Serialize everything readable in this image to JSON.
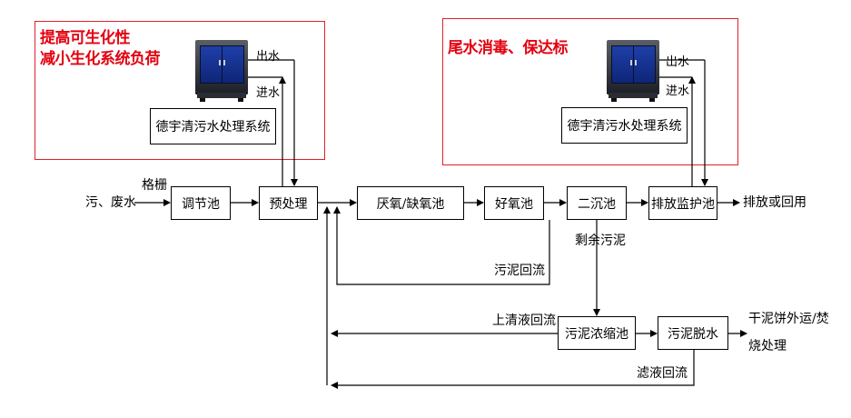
{
  "panels": {
    "left": {
      "title_line1": "提高可生化性",
      "title_line2": "减小生化系统负荷",
      "system": "德宇清污水处理系统",
      "out": "出水",
      "in": "进水"
    },
    "right": {
      "title": "尾水消毒、保达标",
      "system": "德宇清污水处理系统",
      "out": "出水",
      "in": "进水"
    }
  },
  "inputs": {
    "source": "污、废水",
    "screen": "格栅"
  },
  "nodes": {
    "regulating": "调节池",
    "pretreat": "预处理",
    "anaerobic": "厌氧/缺氧池",
    "aerobic": "好氧池",
    "secondary": "二沉池",
    "monitor": "排放监护池",
    "thickener": "污泥浓缩池",
    "dewater": "污泥脱水"
  },
  "labels": {
    "discharge": "排放或回用",
    "excess_sludge": "剩余污泥",
    "sludge_return": "污泥回流",
    "supernatant_return": "上清液回流",
    "filtrate_return": "滤液回流",
    "cake_line1": "干泥饼外运/焚",
    "cake_line2": "烧处理"
  },
  "colors": {
    "accent": "#e3000f",
    "line": "#000000"
  }
}
